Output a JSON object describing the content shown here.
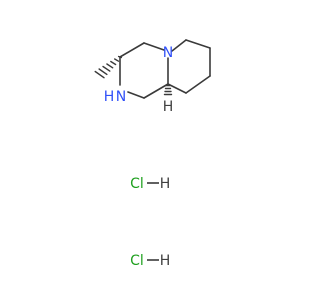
{
  "molecule": {
    "atoms": {
      "n_amine": "N",
      "h_amine": "H",
      "n_bridge": "N",
      "h_stereo": "H"
    },
    "salts": [
      {
        "acid": "Cl",
        "hydrogen": "H"
      },
      {
        "acid": "Cl",
        "hydrogen": "H"
      }
    ]
  },
  "colors": {
    "bond": "#3a3a3a",
    "nitrogen": "#3050f8",
    "chlorine": "#1fa01f",
    "carbon_hydrogen": "#404040"
  }
}
